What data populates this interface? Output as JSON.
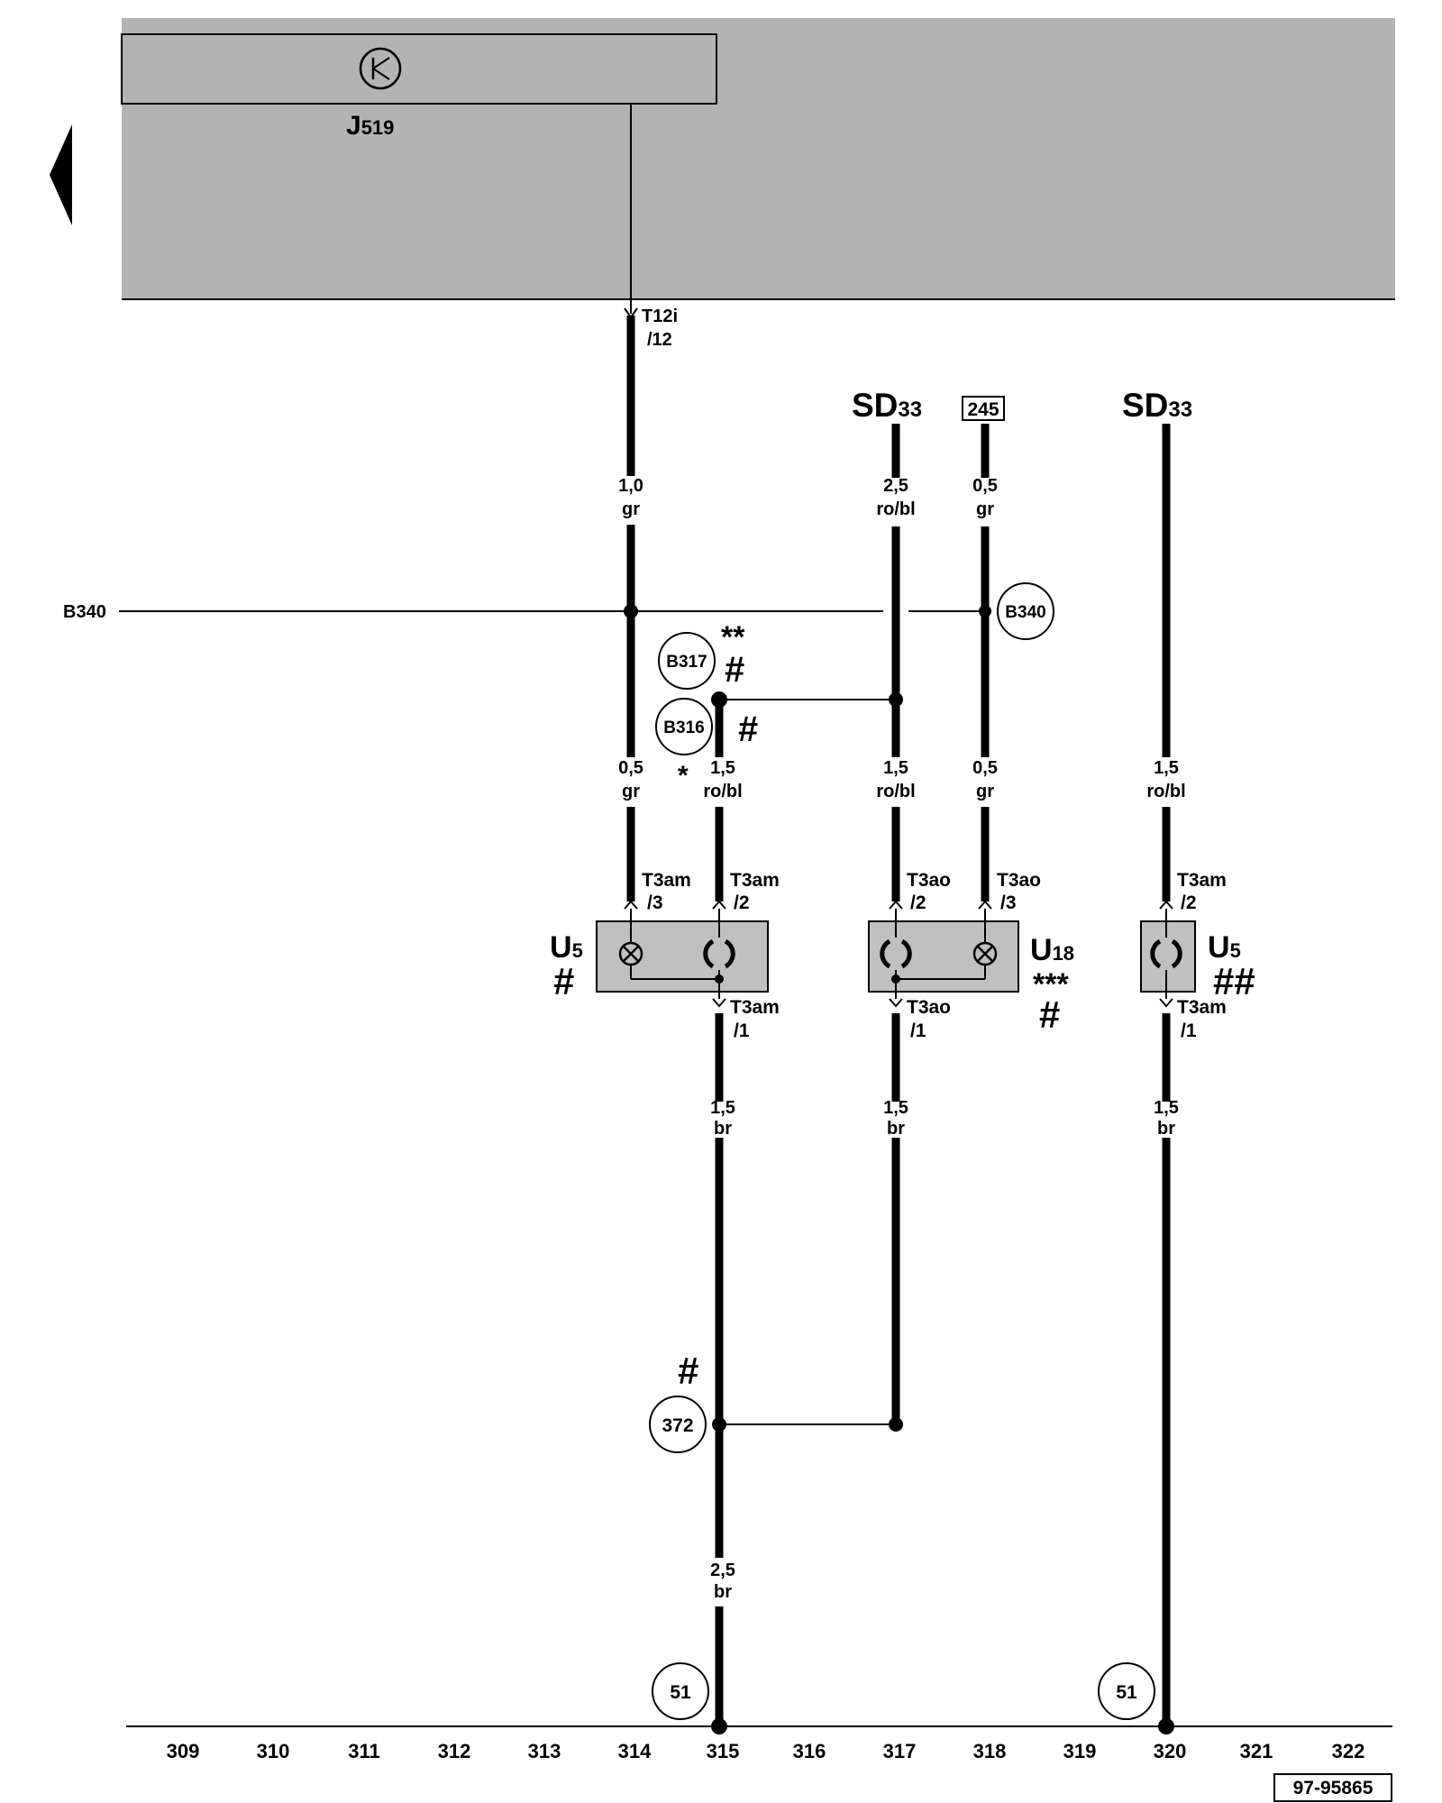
{
  "control_unit": {
    "name": "J",
    "sub": "519",
    "connector": "T12i",
    "pin": "/12"
  },
  "ground_line": "B340",
  "wires": {
    "w1": {
      "size": "1,0",
      "color": "gr"
    },
    "w2": {
      "size": "2,5",
      "color": "ro/bl"
    },
    "w3": {
      "size": "0,5",
      "color": "gr"
    },
    "w4": {
      "size": "0,5",
      "color": "gr"
    },
    "w5": {
      "size": "1,5",
      "color": "ro/bl"
    },
    "w6": {
      "size": "1,5",
      "color": "ro/bl"
    },
    "w7": {
      "size": "0,5",
      "color": "gr"
    },
    "w8": {
      "size": "1,5",
      "color": "ro/bl"
    },
    "w9": {
      "size": "1,5",
      "color": "br"
    },
    "w10": {
      "size": "1,5",
      "color": "br"
    },
    "w11": {
      "size": "1,5",
      "color": "br"
    },
    "w12": {
      "size": "2,5",
      "color": "br"
    }
  },
  "supplies": {
    "sd_a": "SD",
    "sd_a_sub": "33",
    "ref": "245",
    "sd_b": "SD",
    "sd_b_sub": "33"
  },
  "connections": {
    "b340": "B340",
    "b317": "B317",
    "b316": "B316",
    "c372": "372",
    "g1": "51",
    "g2": "51"
  },
  "marks": {
    "star2": "**",
    "hash_b317": "#",
    "hash_b316": "#",
    "star1": "*",
    "hash_u5": "#",
    "star3": "***",
    "hash_u18": "#",
    "hash2": "##",
    "hash_372": "#"
  },
  "pins": {
    "p1": {
      "conn": "T3am",
      "pin": "/3"
    },
    "p2": {
      "conn": "T3am",
      "pin": "/2"
    },
    "p3": {
      "conn": "T3ao",
      "pin": "/2"
    },
    "p4": {
      "conn": "T3ao",
      "pin": "/3"
    },
    "p5": {
      "conn": "T3am",
      "pin": "/2"
    },
    "p6": {
      "conn": "T3am",
      "pin": "/1"
    },
    "p7": {
      "conn": "T3ao",
      "pin": "/1"
    },
    "p8": {
      "conn": "T3am",
      "pin": "/1"
    }
  },
  "components": {
    "u5a": {
      "name": "U",
      "sub": "5"
    },
    "u18": {
      "name": "U",
      "sub": "18"
    },
    "u5b": {
      "name": "U",
      "sub": "5"
    }
  },
  "tracks": [
    "309",
    "310",
    "311",
    "312",
    "313",
    "314",
    "315",
    "316",
    "317",
    "318",
    "319",
    "320",
    "321",
    "322"
  ],
  "figure_id": "97-95865"
}
